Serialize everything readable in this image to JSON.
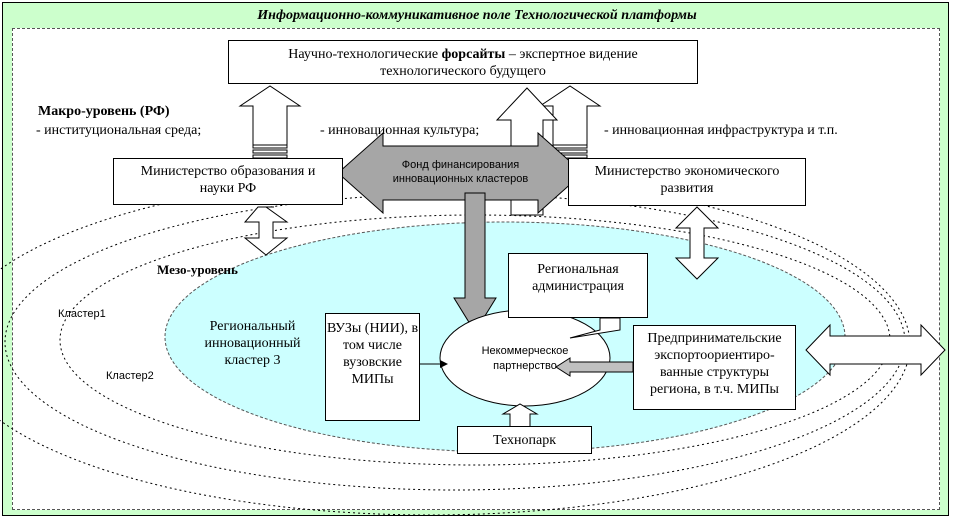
{
  "platform_field_title": "Информационно-коммуникативное поле Технологической платформы",
  "foresight": {
    "line1_prefix": "Научно-технологические ",
    "line1_bold": "форсайты",
    "line1_suffix": " – экспертное видение",
    "line2": "технологического будущего"
  },
  "macro": {
    "title": "Макро-уровень (РФ)",
    "item1": "- институциональная среда;",
    "item2": "- инновационная культура;",
    "item3": "- инновационная инфраструктура  и т.п."
  },
  "ministry_education": "Министерство образования и науки РФ",
  "ministry_economy": "Министерство экономического развития",
  "fund": "Фонд финансирования инновационных кластеров",
  "meso_title": "Мезо-уровень",
  "cluster1": "Кластер1",
  "cluster2": "Кластер2",
  "regional_cluster": "Региональный инновационный кластер 3",
  "regional_admin": "Региональная администрация",
  "universities": "ВУЗы (НИИ), в том числе вузовские МИПы",
  "nonprofit": "Некоммерческое партнерство",
  "business": "Предпринимательские экспортоориентиро-ванные структуры региона, в т.ч. МИПы",
  "technopark": "Технопарк",
  "colors": {
    "outer_field": "#ccffcc",
    "cluster_fill": "#ccffff",
    "fund_arrow": "#a6a6a6"
  }
}
